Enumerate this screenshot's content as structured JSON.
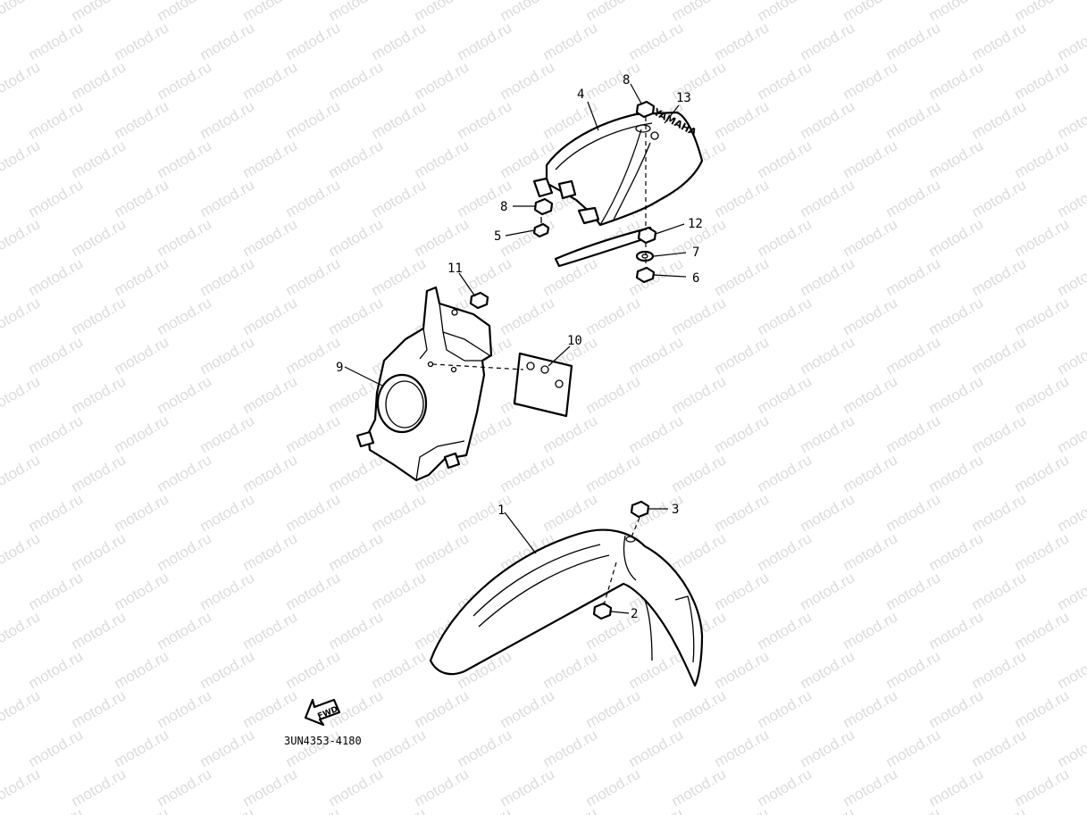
{
  "watermark": {
    "text": "motod.ru"
  },
  "callouts": {
    "p1": "1",
    "p2": "2",
    "p3": "3",
    "p4": "4",
    "p5": "5",
    "p6": "6",
    "p7": "7",
    "p8a": "8",
    "p8b": "8",
    "p9": "9",
    "p10": "10",
    "p11": "11",
    "p12": "12",
    "p13": "13"
  },
  "fwd_label": "FWD",
  "emblem_text": "YAMAHA",
  "drawing_code": "3UN4353-4180",
  "colors": {
    "line": "#000000",
    "background": "#ffffff",
    "watermark": "#dcdcdc"
  }
}
